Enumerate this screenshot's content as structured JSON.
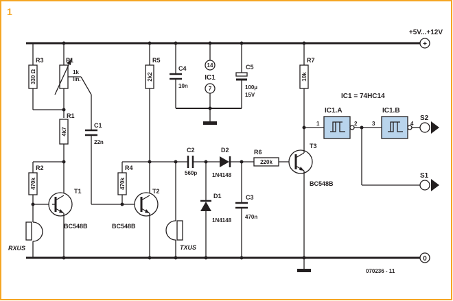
{
  "figure_number": "1",
  "colors": {
    "frame": "#f5a623",
    "gate_fill": "#b9d4ec",
    "ink": "#231f20"
  },
  "supply": {
    "positive": "+5V...+12V",
    "ground": "0",
    "positive_symbol": "+"
  },
  "ic_note": "IC1 = 74HC14",
  "components": {
    "R3": {
      "ref": "R3",
      "value": "330 Ω"
    },
    "P1": {
      "ref": "P1",
      "value_1": "1k",
      "value_2": "lin."
    },
    "R1": {
      "ref": "R1",
      "value": "4k7"
    },
    "R2": {
      "ref": "R2",
      "value": "470k"
    },
    "R4": {
      "ref": "R4",
      "value": "470k"
    },
    "R5": {
      "ref": "R5",
      "value": "2k2"
    },
    "R6": {
      "ref": "R6",
      "value": "220k"
    },
    "R7": {
      "ref": "R7",
      "value": "10k"
    },
    "C1": {
      "ref": "C1",
      "value": "22n"
    },
    "C2": {
      "ref": "C2",
      "value": "560p"
    },
    "C3": {
      "ref": "C3",
      "value": "470n"
    },
    "C4": {
      "ref": "C4",
      "value": "10n"
    },
    "C5": {
      "ref": "C5",
      "value_1": "100µ",
      "value_2": "15V"
    },
    "D1": {
      "ref": "D1",
      "value": "1N4148"
    },
    "D2": {
      "ref": "D2",
      "value": "1N4148"
    },
    "T1": {
      "ref": "T1",
      "value": "BC548B"
    },
    "T2": {
      "ref": "T2",
      "value": "BC548B"
    },
    "T3": {
      "ref": "T3",
      "value": "BC548B"
    },
    "IC1": {
      "ref": "IC1",
      "pin_vcc": "14",
      "pin_gnd": "7"
    },
    "IC1A": {
      "ref": "IC1.A",
      "pin_in": "1",
      "pin_out": "2"
    },
    "IC1B": {
      "ref": "IC1.B",
      "pin_in": "3",
      "pin_out": "4"
    }
  },
  "terminals": {
    "rxus": "RXUS",
    "txus": "TXUS",
    "s1": "S1",
    "s2": "S2"
  },
  "drawing_code": "070236 - 11"
}
